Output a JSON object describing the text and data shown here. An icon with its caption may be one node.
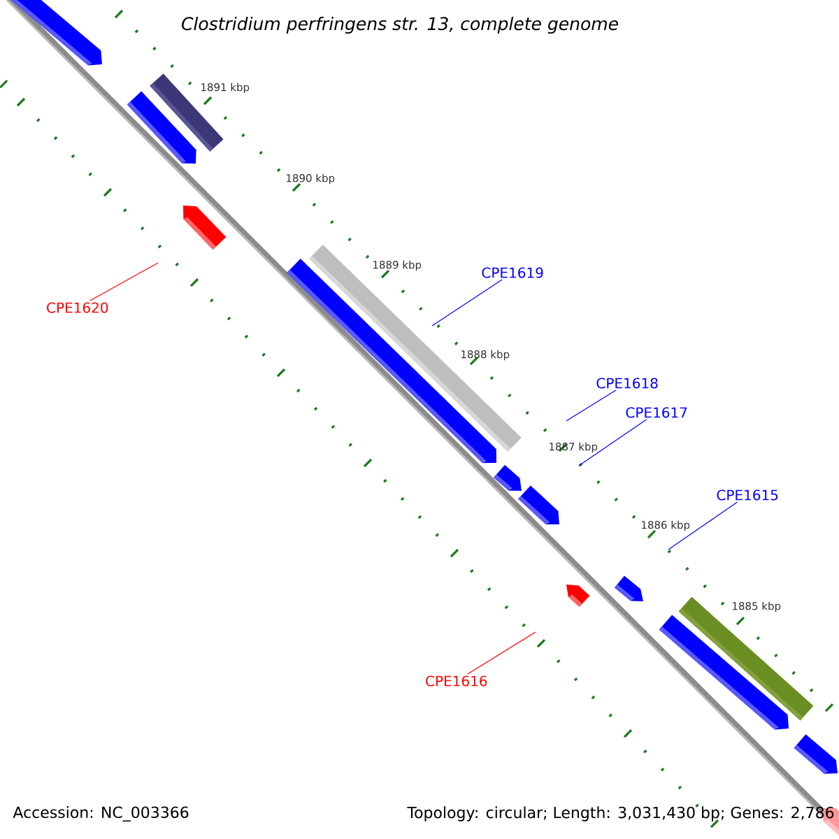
{
  "diagram": {
    "title": "Clostridium perfringens str. 13, complete genome",
    "nodes": [
      {
        "text": [
          "CPE1619"
        ]
      },
      {
        "text": [
          "CPE1620"
        ]
      },
      {
        "text": [
          "CPE1618"
        ]
      },
      {
        "text": [
          "CPE1617"
        ]
      },
      {
        "text": [
          "CPE1615"
        ]
      },
      {
        "text": [
          "CPE1616"
        ]
      }
    ],
    "edges": [
      {
        "from": 0,
        "to": null,
        "arrow": "none"
      },
      {
        "from": 1,
        "to": null,
        "arrow": "none",
        "color": "#ff0000"
      },
      {
        "from": 2,
        "to": null,
        "arrow": "none"
      },
      {
        "from": 3,
        "to": null,
        "arrow": "none"
      },
      {
        "from": 4,
        "to": null,
        "arrow": "none"
      },
      {
        "from": 5,
        "to": null,
        "arrow": "none",
        "color": "#ff0000"
      }
    ],
    "labels": [
      "1891 kbp",
      "1890 kbp",
      "1889 kbp",
      "1888 kbp",
      "1887 kbp",
      "1886 kbp",
      "1885 kbp",
      "Accession: NC_003366",
      "Topology: circular; Length: 3,031,430 bp; Genes: 2,786"
    ]
  }
}
